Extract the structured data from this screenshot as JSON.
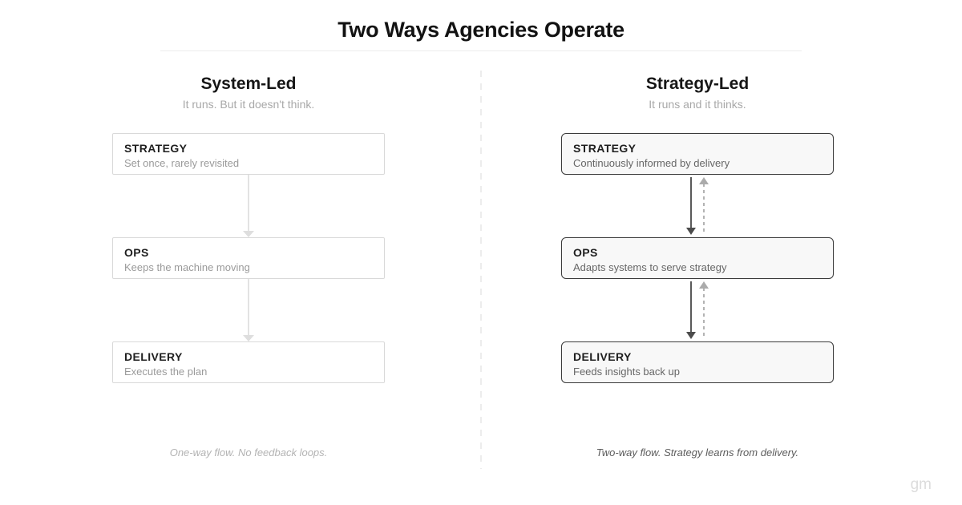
{
  "page": {
    "title": "Two Ways Agencies Operate",
    "watermark": "gm"
  },
  "columns": {
    "left": {
      "heading": "System-Led",
      "subheading": "It runs. But it doesn't think.",
      "boxes": [
        {
          "label": "STRATEGY",
          "description": "Set once, rarely revisited"
        },
        {
          "label": "OPS",
          "description": "Keeps the machine moving"
        },
        {
          "label": "DELIVERY",
          "description": "Executes the plan"
        }
      ],
      "flow": "one-way-down",
      "caption": "One-way flow. No feedback loops."
    },
    "right": {
      "heading": "Strategy-Led",
      "subheading": "It runs and it thinks.",
      "boxes": [
        {
          "label": "STRATEGY",
          "description": "Continuously informed by delivery"
        },
        {
          "label": "OPS",
          "description": "Adapts systems to serve strategy"
        },
        {
          "label": "DELIVERY",
          "description": "Feeds insights back up"
        }
      ],
      "flow": "two-way",
      "caption": "Two-way flow. Strategy learns from delivery."
    }
  },
  "colors": {
    "title_text": "#121212",
    "left_box_border": "#d9d9d9",
    "left_arrow": "#e3e3e3",
    "right_box_border": "#3a3a3a",
    "right_box_bg": "#f8f8f8",
    "down_arrow": "#5a5a5a",
    "up_arrow_dashed": "#b3b3b3",
    "divider": "#ececec",
    "muted_text": "#a8a8a8",
    "watermark": "#dcdcdc"
  }
}
